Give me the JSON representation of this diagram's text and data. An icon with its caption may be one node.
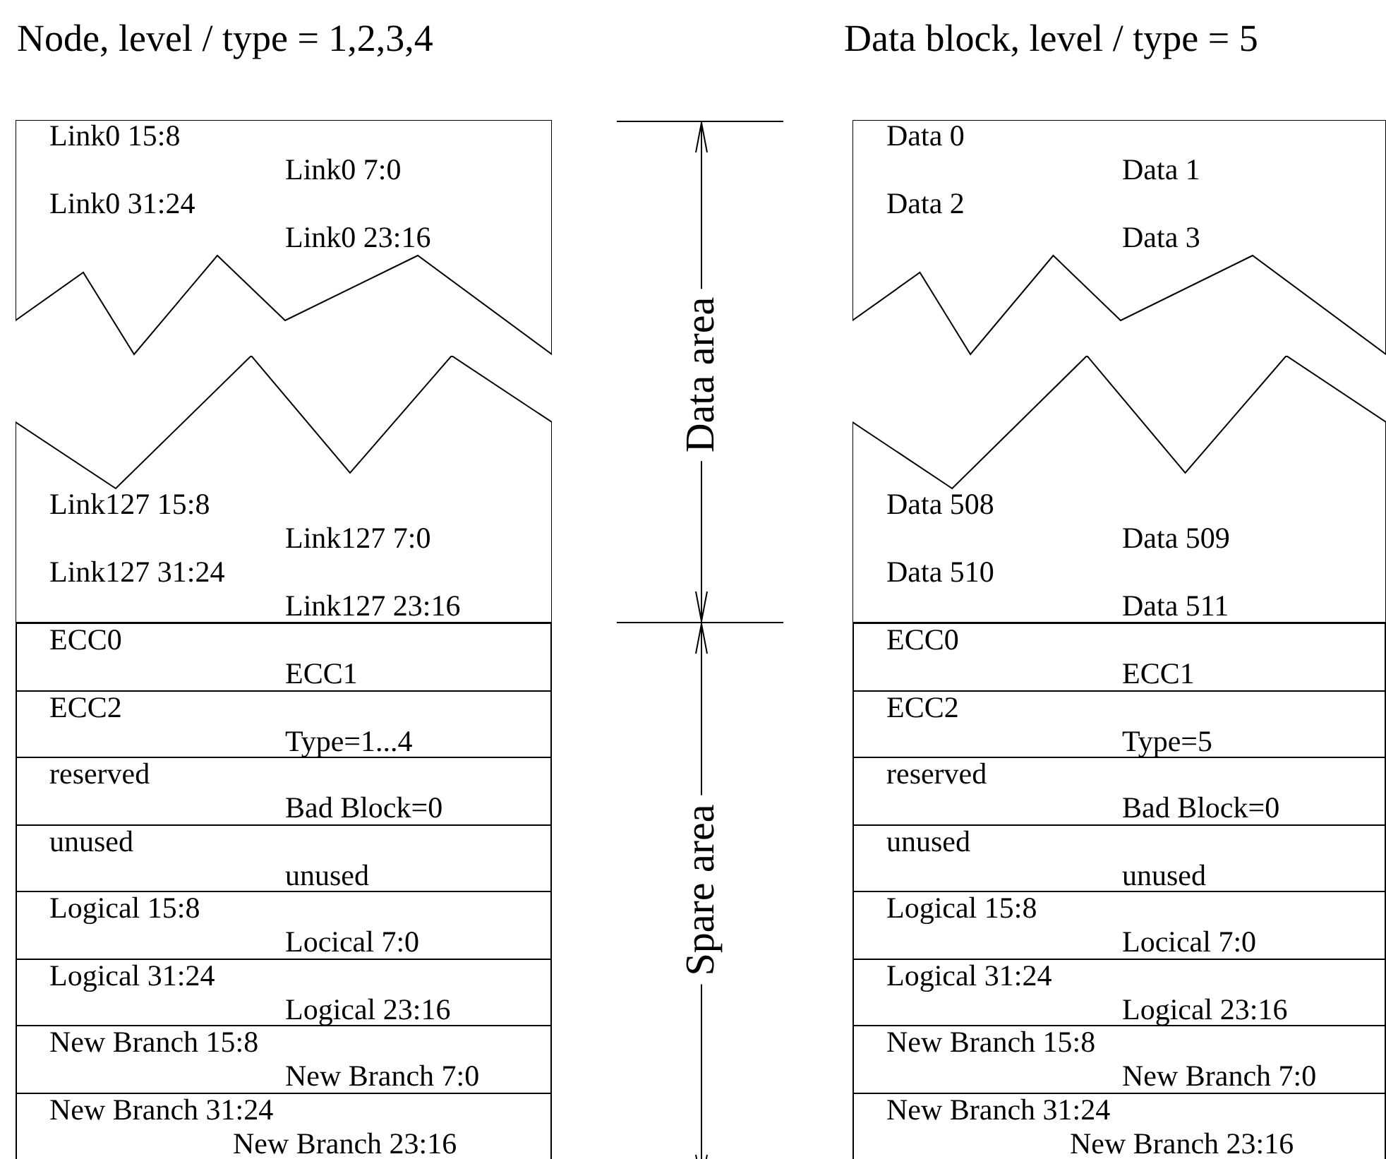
{
  "diagram": {
    "nodes": [
      {
        "text": [
          "Link0 15:8",
          "Link0 7:0",
          "Link0 31:24",
          "Link0 23:16"
        ]
      },
      {
        "text": [
          "Link127 15:8",
          "Link127 7:0",
          "Link127 31:24",
          "Link127 23:16"
        ]
      },
      {
        "text": [
          "ECC0",
          "ECC1"
        ]
      },
      {
        "text": [
          "ECC2",
          "Type=1...4"
        ]
      },
      {
        "text": [
          "reserved",
          "Bad Block=0"
        ]
      },
      {
        "text": [
          "unused",
          "unused"
        ]
      },
      {
        "text": [
          "Logical 15:8",
          "Locical 7:0"
        ]
      },
      {
        "text": [
          "Logical 31:24",
          "Logical 23:16"
        ]
      },
      {
        "text": [
          "New Branch 15:8",
          "New Branch 7:0"
        ]
      },
      {
        "text": [
          "New Branch 31:24",
          "New Branch 23:16"
        ]
      },
      {
        "text": [
          "Data 0",
          "Data 1",
          "Data 2",
          "Data 3"
        ]
      },
      {
        "text": [
          "Data 508",
          "Data 509",
          "Data 510",
          "Data 511"
        ]
      },
      {
        "text": [
          "ECC0",
          "ECC1"
        ]
      },
      {
        "text": [
          "ECC2",
          "Type=5"
        ]
      },
      {
        "text": [
          "reserved",
          "Bad Block=0"
        ]
      },
      {
        "text": [
          "unused",
          "unused"
        ]
      },
      {
        "text": [
          "Logical 15:8",
          "Locical 7:0"
        ]
      },
      {
        "text": [
          "Logical 31:24",
          "Logical 23:16"
        ]
      },
      {
        "text": [
          "New Branch 15:8",
          "New Branch 7:0"
        ]
      },
      {
        "text": [
          "New Branch 31:24",
          "New Branch 23:16"
        ]
      }
    ],
    "labels": [
      "Node, level / type = 1,2,3,4",
      "Data block, level / type = 5",
      "Data area",
      "Spare area"
    ]
  }
}
